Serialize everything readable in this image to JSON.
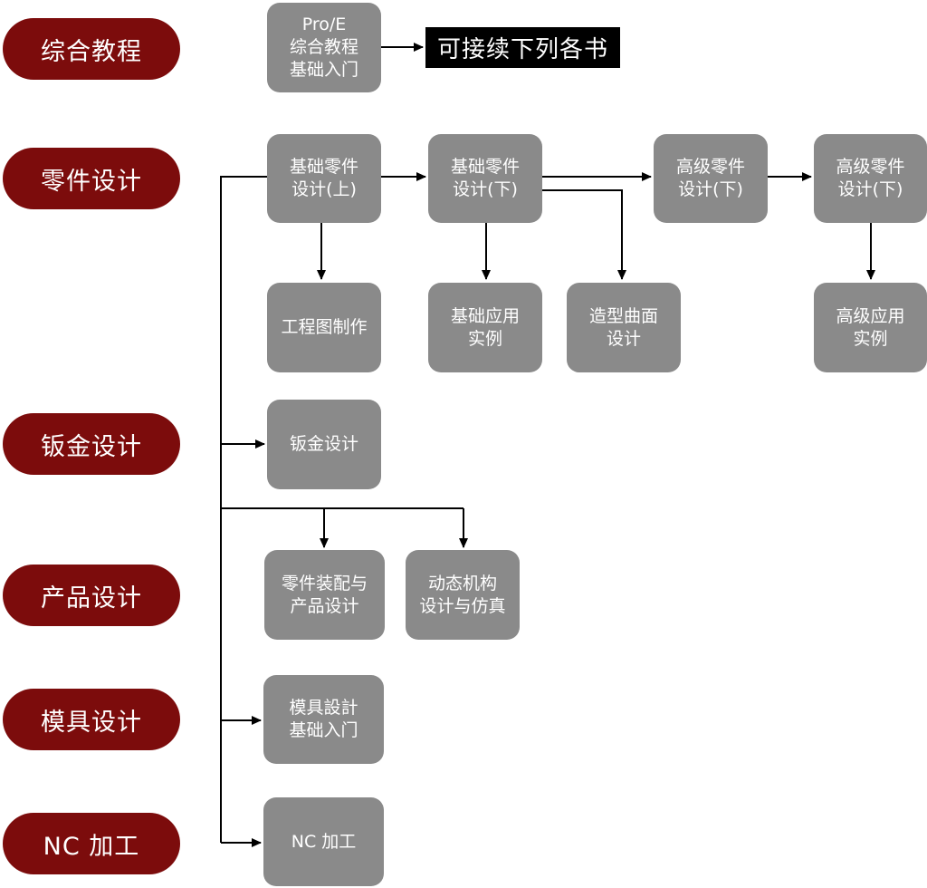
{
  "categories": {
    "general": "综合教程",
    "part_design": "零件设计",
    "sheet_metal": "钣金设计",
    "product_design": "产品设计",
    "mold_design": "模具设计",
    "nc": "NC 加工"
  },
  "note": "可接续下列各书",
  "books": {
    "proe_basic": [
      "Pro/E",
      "综合教程",
      "基础入门"
    ],
    "basic_part_1": [
      "基础零件",
      "设计(上)"
    ],
    "basic_part_2": [
      "基础零件",
      "设计(下)"
    ],
    "adv_part_1": [
      "高级零件",
      "设计(下)"
    ],
    "adv_part_2": [
      "高级零件",
      "设计(下)"
    ],
    "drawing": [
      "工程图制作"
    ],
    "basic_examples": [
      "基础应用",
      "实例"
    ],
    "surface_design": [
      "造型曲面",
      "设计"
    ],
    "adv_examples": [
      "高级应用",
      "实例"
    ],
    "sheet_metal": [
      "钣金设计"
    ],
    "assembly": [
      "零件装配与",
      "产品设计"
    ],
    "mechanism": [
      "动态机构",
      "设计与仿真"
    ],
    "mold": [
      "模具設計",
      "基础入门"
    ],
    "nc": [
      "NC 加工"
    ]
  },
  "colors": {
    "category_fill": "#7c0c0c",
    "box_fill": "#8a8a8a",
    "note_fill": "#000000",
    "arrow": "#000000"
  }
}
